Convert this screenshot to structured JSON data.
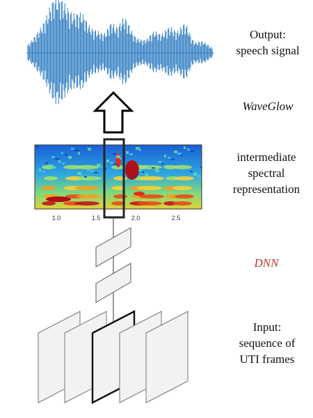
{
  "labels": {
    "output_line1": "Output:",
    "output_line2": "speech signal",
    "vocoder": "WaveGlow",
    "spec_line1": "intermediate",
    "spec_line2": "spectral",
    "spec_line3": "representation",
    "dnn": "DNN",
    "input_line1": "Input:",
    "input_line2": "sequence of",
    "input_line3": "UTI frames"
  },
  "spectrogram_ticks": [
    "1.0",
    "1.5",
    "2.0",
    "2.5"
  ],
  "colors": {
    "waveform": "#2f7dc1",
    "dnn_label": "#c0392b",
    "frame_fill": "#f2f2f2"
  }
}
